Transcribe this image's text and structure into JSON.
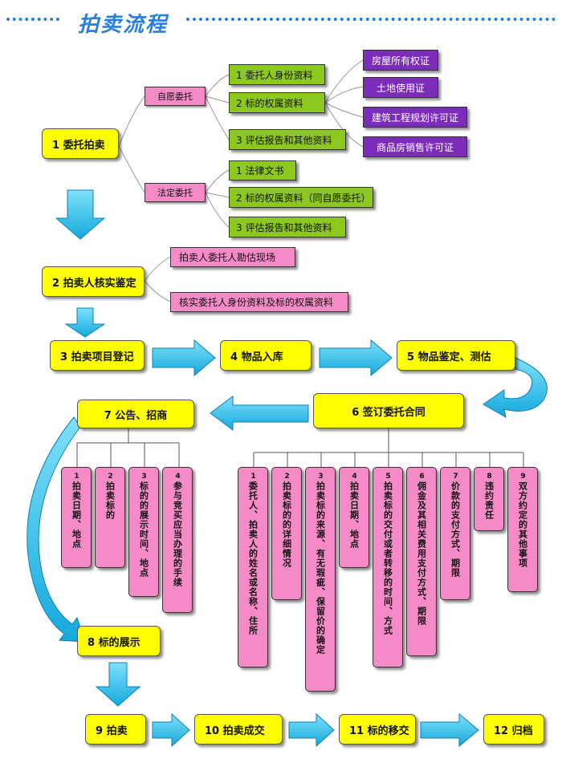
{
  "header": {
    "title": "拍卖流程"
  },
  "colors": {
    "accent": "#2a7fd8",
    "yellow": "#ffff00",
    "green": "#8cc81e",
    "purple": "#7b2cb8",
    "pink": "#f48bc6",
    "arrow": "#27c3ee"
  },
  "step1": {
    "label": "1 委托拍卖",
    "voluntary": {
      "label": "自愿委托",
      "items": [
        "1 委托人身份资料",
        "2 标的权属资料",
        "3 评估报告和其他资料"
      ],
      "docs": [
        "房屋所有权证",
        "土地使用证",
        "建筑工程规划许可证",
        "商品房销售许可证"
      ]
    },
    "statutory": {
      "label": "法定委托",
      "items": [
        "1 法律文书",
        "2 标的权属资料（同自愿委托）",
        "3 评估报告和其他资料"
      ]
    }
  },
  "step2": {
    "label": "2 拍卖人核实鉴定",
    "items": [
      "拍卖人委托人勘估现场",
      "核实委托人身份资料及标的权属资料"
    ]
  },
  "step3": {
    "label": "3 拍卖项目登记"
  },
  "step4": {
    "label": "4 物品入库"
  },
  "step5": {
    "label": "5 物品鉴定、测估"
  },
  "step6": {
    "label": "6 签订委托合同",
    "items": [
      {
        "num": "1",
        "text": "委托人、拍卖人的姓名或名称、住所"
      },
      {
        "num": "2",
        "text": "拍卖标的的详细情况"
      },
      {
        "num": "3",
        "text": "拍卖标的来源、有无瑕疵、保留价的确定"
      },
      {
        "num": "4",
        "text": "拍卖日期、地点"
      },
      {
        "num": "5",
        "text": "拍卖标的交付或者转移的时间、方式"
      },
      {
        "num": "6",
        "text": "佣金及其相关费用支付方式、期限"
      },
      {
        "num": "7",
        "text": "价款的支付方式、期限"
      },
      {
        "num": "8",
        "text": "违约责任"
      },
      {
        "num": "9",
        "text": "双方约定的其他事项"
      }
    ]
  },
  "step7": {
    "label": "7 公告、招商",
    "items": [
      {
        "num": "1",
        "text": "拍卖日期、地点"
      },
      {
        "num": "2",
        "text": "拍卖标的"
      },
      {
        "num": "3",
        "text": "标的的展示时间、地点"
      },
      {
        "num": "4",
        "text": "参与竞买应当办理的手续"
      }
    ]
  },
  "step8": {
    "label": "8 标的展示"
  },
  "step9": {
    "label": "9 拍卖"
  },
  "step10": {
    "label": "10 拍卖成交"
  },
  "step11": {
    "label": "11 标的移交"
  },
  "step12": {
    "label": "12 归档"
  }
}
